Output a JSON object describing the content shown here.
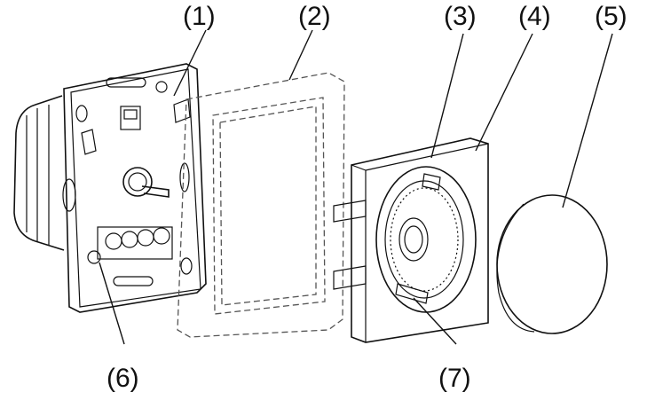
{
  "diagram": {
    "callouts": [
      {
        "id": "1",
        "label": "(1)"
      },
      {
        "id": "2",
        "label": "(2)"
      },
      {
        "id": "3",
        "label": "(3)"
      },
      {
        "id": "4",
        "label": "(4)"
      },
      {
        "id": "5",
        "label": "(5)"
      },
      {
        "id": "6",
        "label": "(6)"
      },
      {
        "id": "7",
        "label": "(7)"
      }
    ]
  }
}
